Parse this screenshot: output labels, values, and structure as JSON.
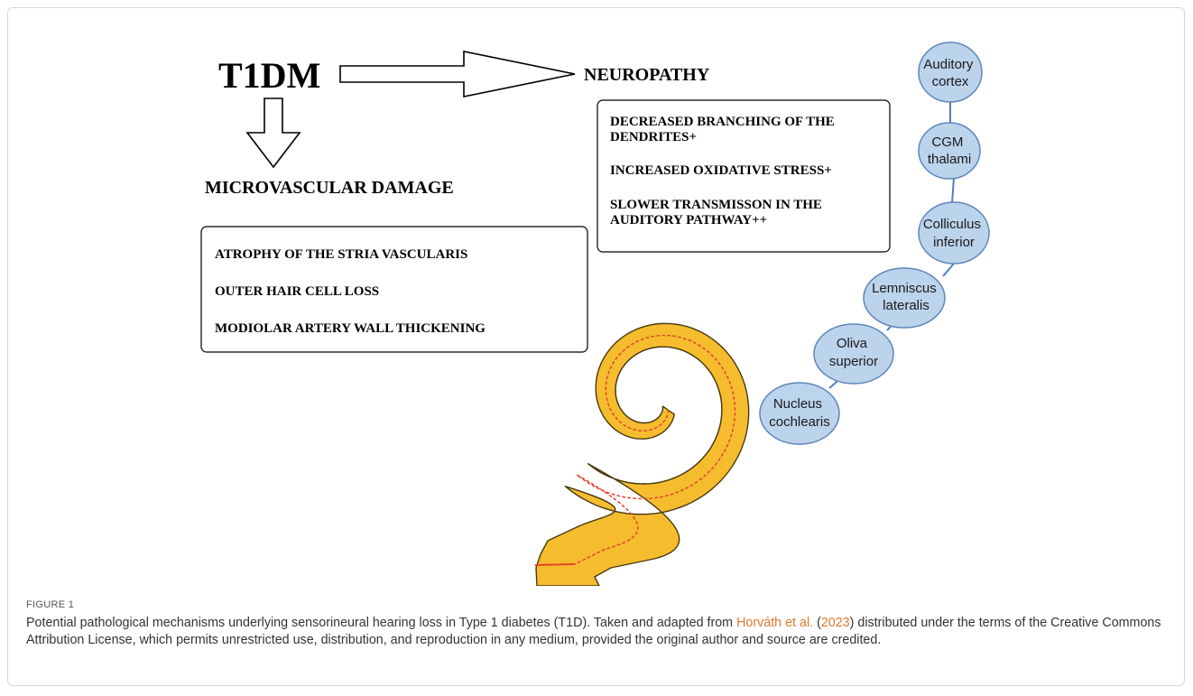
{
  "diagram": {
    "title_node": "T1DM",
    "neuropathy": {
      "heading": "NEUROPATHY",
      "items": [
        [
          "DECREASED BRANCHING OF THE",
          "DENDRITES+"
        ],
        [
          "INCREASED OXIDATIVE STRESS+"
        ],
        [
          "SLOWER TRANSMISSON IN THE",
          "AUDITORY PATHWAY++"
        ]
      ]
    },
    "microvascular": {
      "heading": "MICROVASCULAR DAMAGE",
      "items": [
        "ATROPHY OF THE STRIA VASCULARIS",
        "OUTER HAIR CELL LOSS",
        "MODIOLAR ARTERY WALL THICKENING"
      ]
    },
    "auditory_pathway": [
      [
        "Auditory",
        "cortex"
      ],
      [
        "CGM",
        "thalami"
      ],
      [
        "Colliculus",
        "inferior"
      ],
      [
        "Lemniscus",
        "lateralis"
      ],
      [
        "Oliva",
        "superior"
      ],
      [
        "Nucleus",
        "cochlearis"
      ]
    ],
    "colors": {
      "cochlea_fill": "#f5bd2e",
      "cochlea_dots": "#e0452a",
      "node_fill": "#bcd3ec",
      "node_stroke": "#5e86bb",
      "connector": "#4f7fbf"
    }
  },
  "caption": {
    "label": "FIGURE 1",
    "text_before": "Potential pathological mechanisms underlying sensorineural hearing loss in Type 1 diabetes (T1D). Taken and adapted from ",
    "cite_author": "Horváth et al.",
    "cite_open": " (",
    "cite_year": "2023",
    "cite_close": ")",
    "text_after": " distributed under the terms of the Creative Commons Attribution License, which permits unrestricted use, distribution, and reproduction in any medium, provided the original author and source are credited."
  }
}
